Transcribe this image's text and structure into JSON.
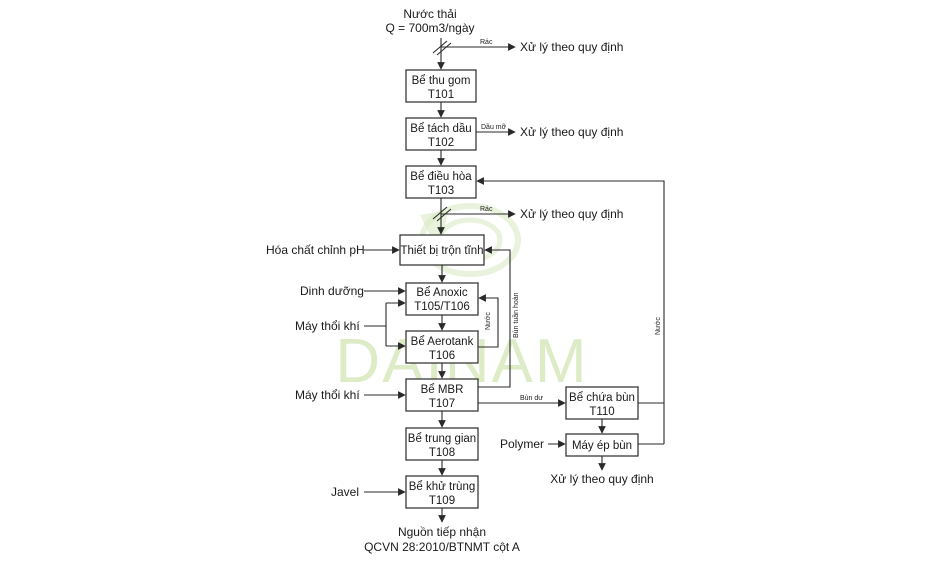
{
  "watermark": "DAINAM",
  "input": {
    "title": "Nước thải",
    "flow": "Q = 700m3/ngày"
  },
  "boxes": {
    "t101": [
      "Bể thu gom",
      "T101"
    ],
    "t102": [
      "Bể tách dầu",
      "T102"
    ],
    "t103": [
      "Bể điều hòa",
      "T103"
    ],
    "mixer": [
      "Thiết bị trộn tĩnh"
    ],
    "anoxic": [
      "Bể Anoxic",
      "T105/T106"
    ],
    "aerotank": [
      "Bể Aerotank",
      "T106"
    ],
    "mbr": [
      "Bể MBR",
      "T107"
    ],
    "t108": [
      "Bể trung gian",
      "T108"
    ],
    "t109": [
      "Bể khử trùng",
      "T109"
    ],
    "t110": [
      "Bể chứa bùn",
      "T110"
    ],
    "press": [
      "Máy ép bùn"
    ]
  },
  "side_inputs": {
    "chem_ph": "Hóa chất chỉnh pH",
    "nutrient": "Dinh dưỡng",
    "blower1": "Máy thổi khí",
    "blower2": "Máy thổi khí",
    "polymer": "Polymer",
    "javel": "Javel"
  },
  "small_labels": {
    "rac1": "Rác",
    "dau_mo": "Dầu mỡ",
    "rac2": "Rác",
    "nuoc1": "Nước",
    "bun_tuan_hoan": "Bùn tuần hoàn",
    "bun_du": "Bùn dư",
    "nuoc2": "Nước"
  },
  "outputs": {
    "disp1": "Xử lý theo quy định",
    "disp2": "Xử lý theo quy định",
    "disp3": "Xử lý theo quy định",
    "disp4": "Xử lý theo quy định"
  },
  "discharge": {
    "line1": "Nguồn tiếp nhận",
    "line2": "QCVN 28:2010/BTNMT cột A"
  }
}
